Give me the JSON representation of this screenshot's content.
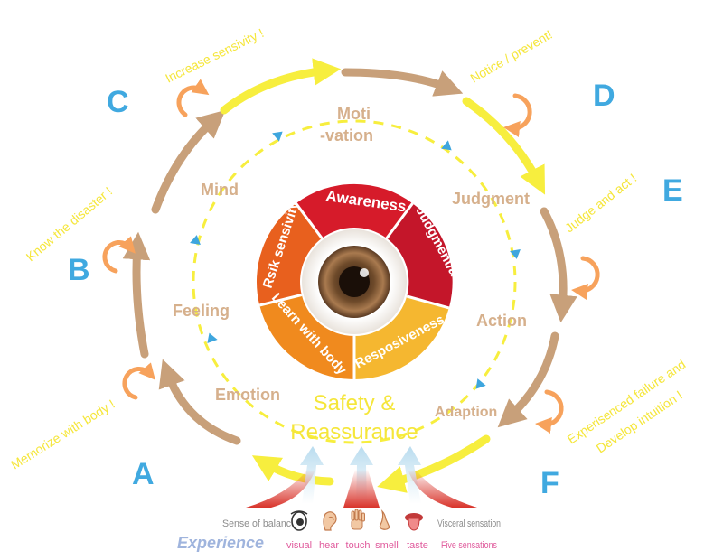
{
  "stage_letters": [
    "A",
    "B",
    "C",
    "D",
    "E",
    "F"
  ],
  "cycle_phrases": [
    "Memorize with body !",
    "Know the disaster !",
    "Increase sensivity !",
    "Notice / prevent!",
    "Judge and act !",
    "Experisenced failure and",
    "Develop intuition !"
  ],
  "inner_cycle": [
    "Moti",
    "-vation",
    "Judgment",
    "Action",
    "Adaption",
    "Emotion",
    "Feeling",
    "Mind"
  ],
  "center": {
    "line1": "Safety &",
    "line2": "Reassurance"
  },
  "ring_segments": [
    "Awareness",
    "Judgment/action",
    "Resposiveness",
    "Learn with body",
    "Rsik sensivity"
  ],
  "senses": {
    "balance": "Sense of balance",
    "visceral": "Visceral sensation",
    "labels": [
      "visual",
      "hear",
      "touch",
      "smell",
      "taste"
    ],
    "five": "Five sensations",
    "experience": "Experience"
  },
  "colors": {
    "brown": "#c8a07a",
    "yellow": "#f7ee3e",
    "blue": "#3ea6de",
    "orange": "#f7a25c",
    "letter_blue": "#40a9e0",
    "inner_text": "#d6b08c",
    "ring_red": "#d61b2a",
    "ring_orange": "#f08a1e",
    "ring_amber": "#f5b730",
    "sense_pink": "#e05a9c",
    "experience_blue": "#9fb4dd"
  }
}
